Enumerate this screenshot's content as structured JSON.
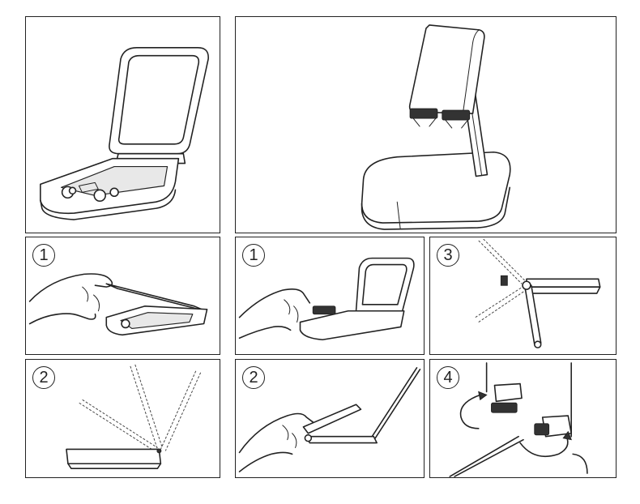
{
  "panels": [
    {
      "id": "folded-case"
    },
    {
      "id": "stand-assembled"
    },
    {
      "id": "left-step-1",
      "step": "1"
    },
    {
      "id": "right-step-1",
      "step": "1"
    },
    {
      "id": "right-step-3",
      "step": "3"
    },
    {
      "id": "left-step-2",
      "step": "2"
    },
    {
      "id": "right-step-2",
      "step": "2"
    },
    {
      "id": "right-step-4",
      "step": "4"
    }
  ],
  "colors": {
    "line": "#222222",
    "background": "#ffffff"
  }
}
